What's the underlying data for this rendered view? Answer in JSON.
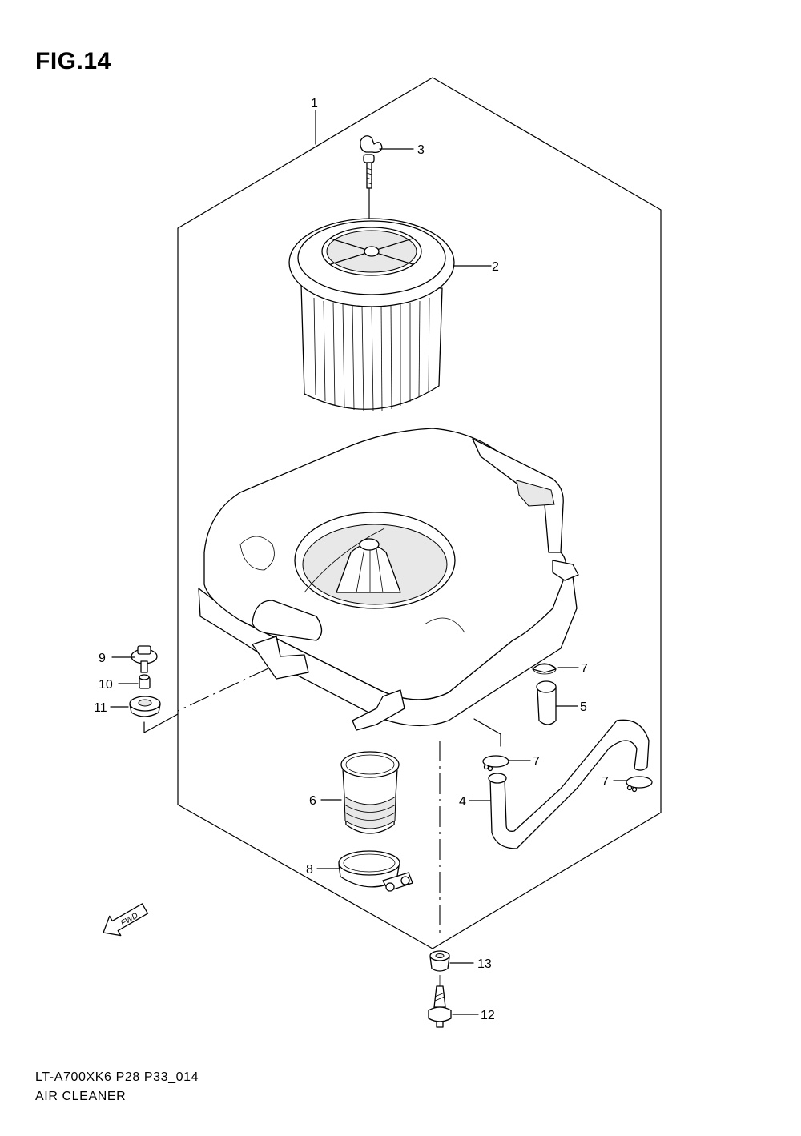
{
  "figure": {
    "title": "FIG.14",
    "code": "LT-A700XK6 P28 P33_014",
    "name": "AIR CLEANER"
  },
  "callouts": [
    {
      "id": "c1",
      "number": "1"
    },
    {
      "id": "c2",
      "number": "2"
    },
    {
      "id": "c3",
      "number": "3"
    },
    {
      "id": "c4",
      "number": "4"
    },
    {
      "id": "c5",
      "number": "5"
    },
    {
      "id": "c6",
      "number": "6"
    },
    {
      "id": "c7a",
      "number": "7"
    },
    {
      "id": "c7b",
      "number": "7"
    },
    {
      "id": "c7c",
      "number": "7"
    },
    {
      "id": "c8",
      "number": "8"
    },
    {
      "id": "c9",
      "number": "9"
    },
    {
      "id": "c10",
      "number": "10"
    },
    {
      "id": "c11",
      "number": "11"
    },
    {
      "id": "c12",
      "number": "12"
    },
    {
      "id": "c13",
      "number": "13"
    }
  ],
  "direction_marker": {
    "text": "FWD",
    "icon": "fwd-arrow-icon"
  }
}
